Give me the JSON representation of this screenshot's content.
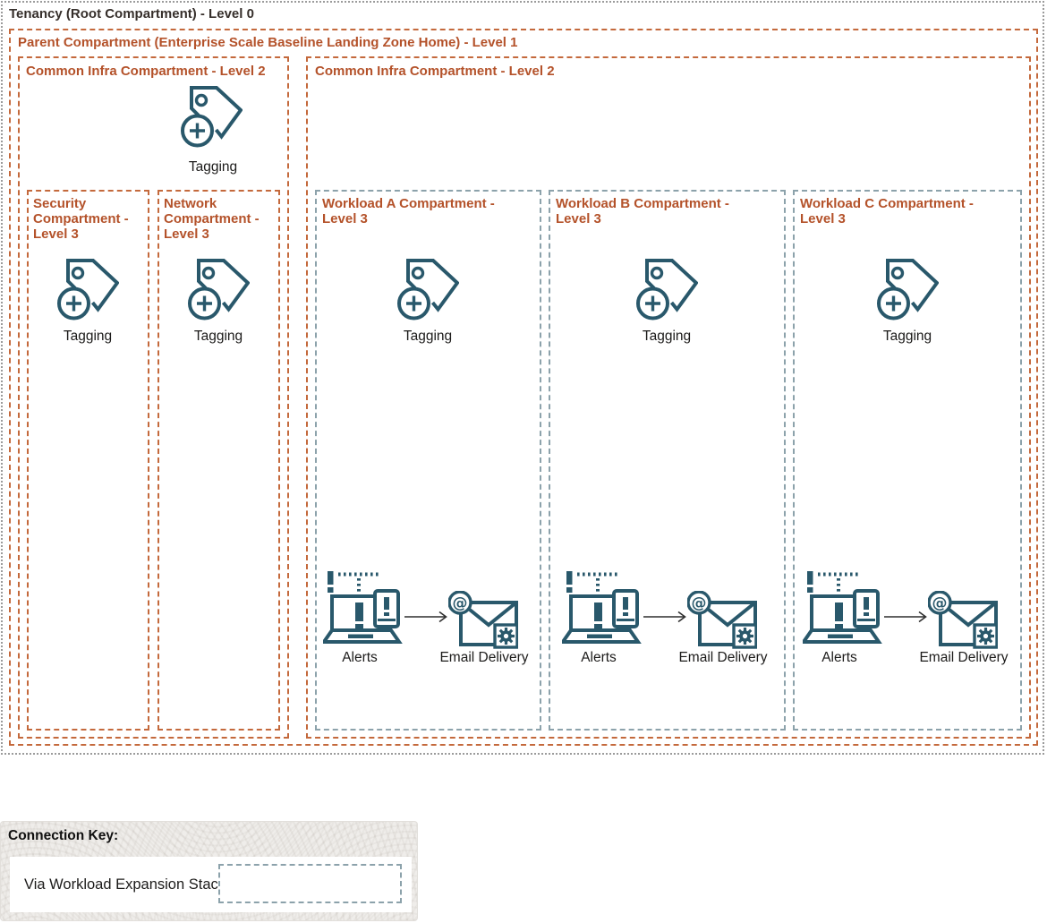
{
  "colors": {
    "compartment_orange_border": "#c4693c",
    "compartment_orange_text": "#b4522a",
    "icon_teal": "#29586b",
    "workload_border_slate": "#8ca2ab",
    "tenancy_border_gray": "#9b9b9b",
    "title_dark": "#362f2b"
  },
  "tenancy": {
    "title": "Tenancy (Root Compartment) - Level 0"
  },
  "parent": {
    "title": "Parent Compartment (Enterprise Scale Baseline Landing Zone Home) - Level 1"
  },
  "common_infra_left": {
    "title": "Common Infra Compartment - Level 2",
    "tagging_label": "Tagging"
  },
  "common_infra_right": {
    "title": "Common Infra Compartment - Level 2"
  },
  "security": {
    "title": "Security Compartment - Level 3",
    "tagging_label": "Tagging"
  },
  "network": {
    "title": "Network Compartment - Level 3",
    "tagging_label": "Tagging"
  },
  "workloads": [
    {
      "title": "Workload A Compartment - Level 3",
      "tagging_label": "Tagging",
      "alerts_label": "Alerts",
      "email_label": "Email Delivery"
    },
    {
      "title": "Workload B Compartment - Level 3",
      "tagging_label": "Tagging",
      "alerts_label": "Alerts",
      "email_label": "Email Delivery"
    },
    {
      "title": "Workload C Compartment - Level 3",
      "tagging_label": "Tagging",
      "alerts_label": "Alerts",
      "email_label": "Email Delivery"
    }
  ],
  "connection_key": {
    "title": "Connection Key:",
    "items": [
      {
        "label": "Via Workload Expansion Stack",
        "line_style": "dashed-slate-rectangle"
      }
    ]
  }
}
